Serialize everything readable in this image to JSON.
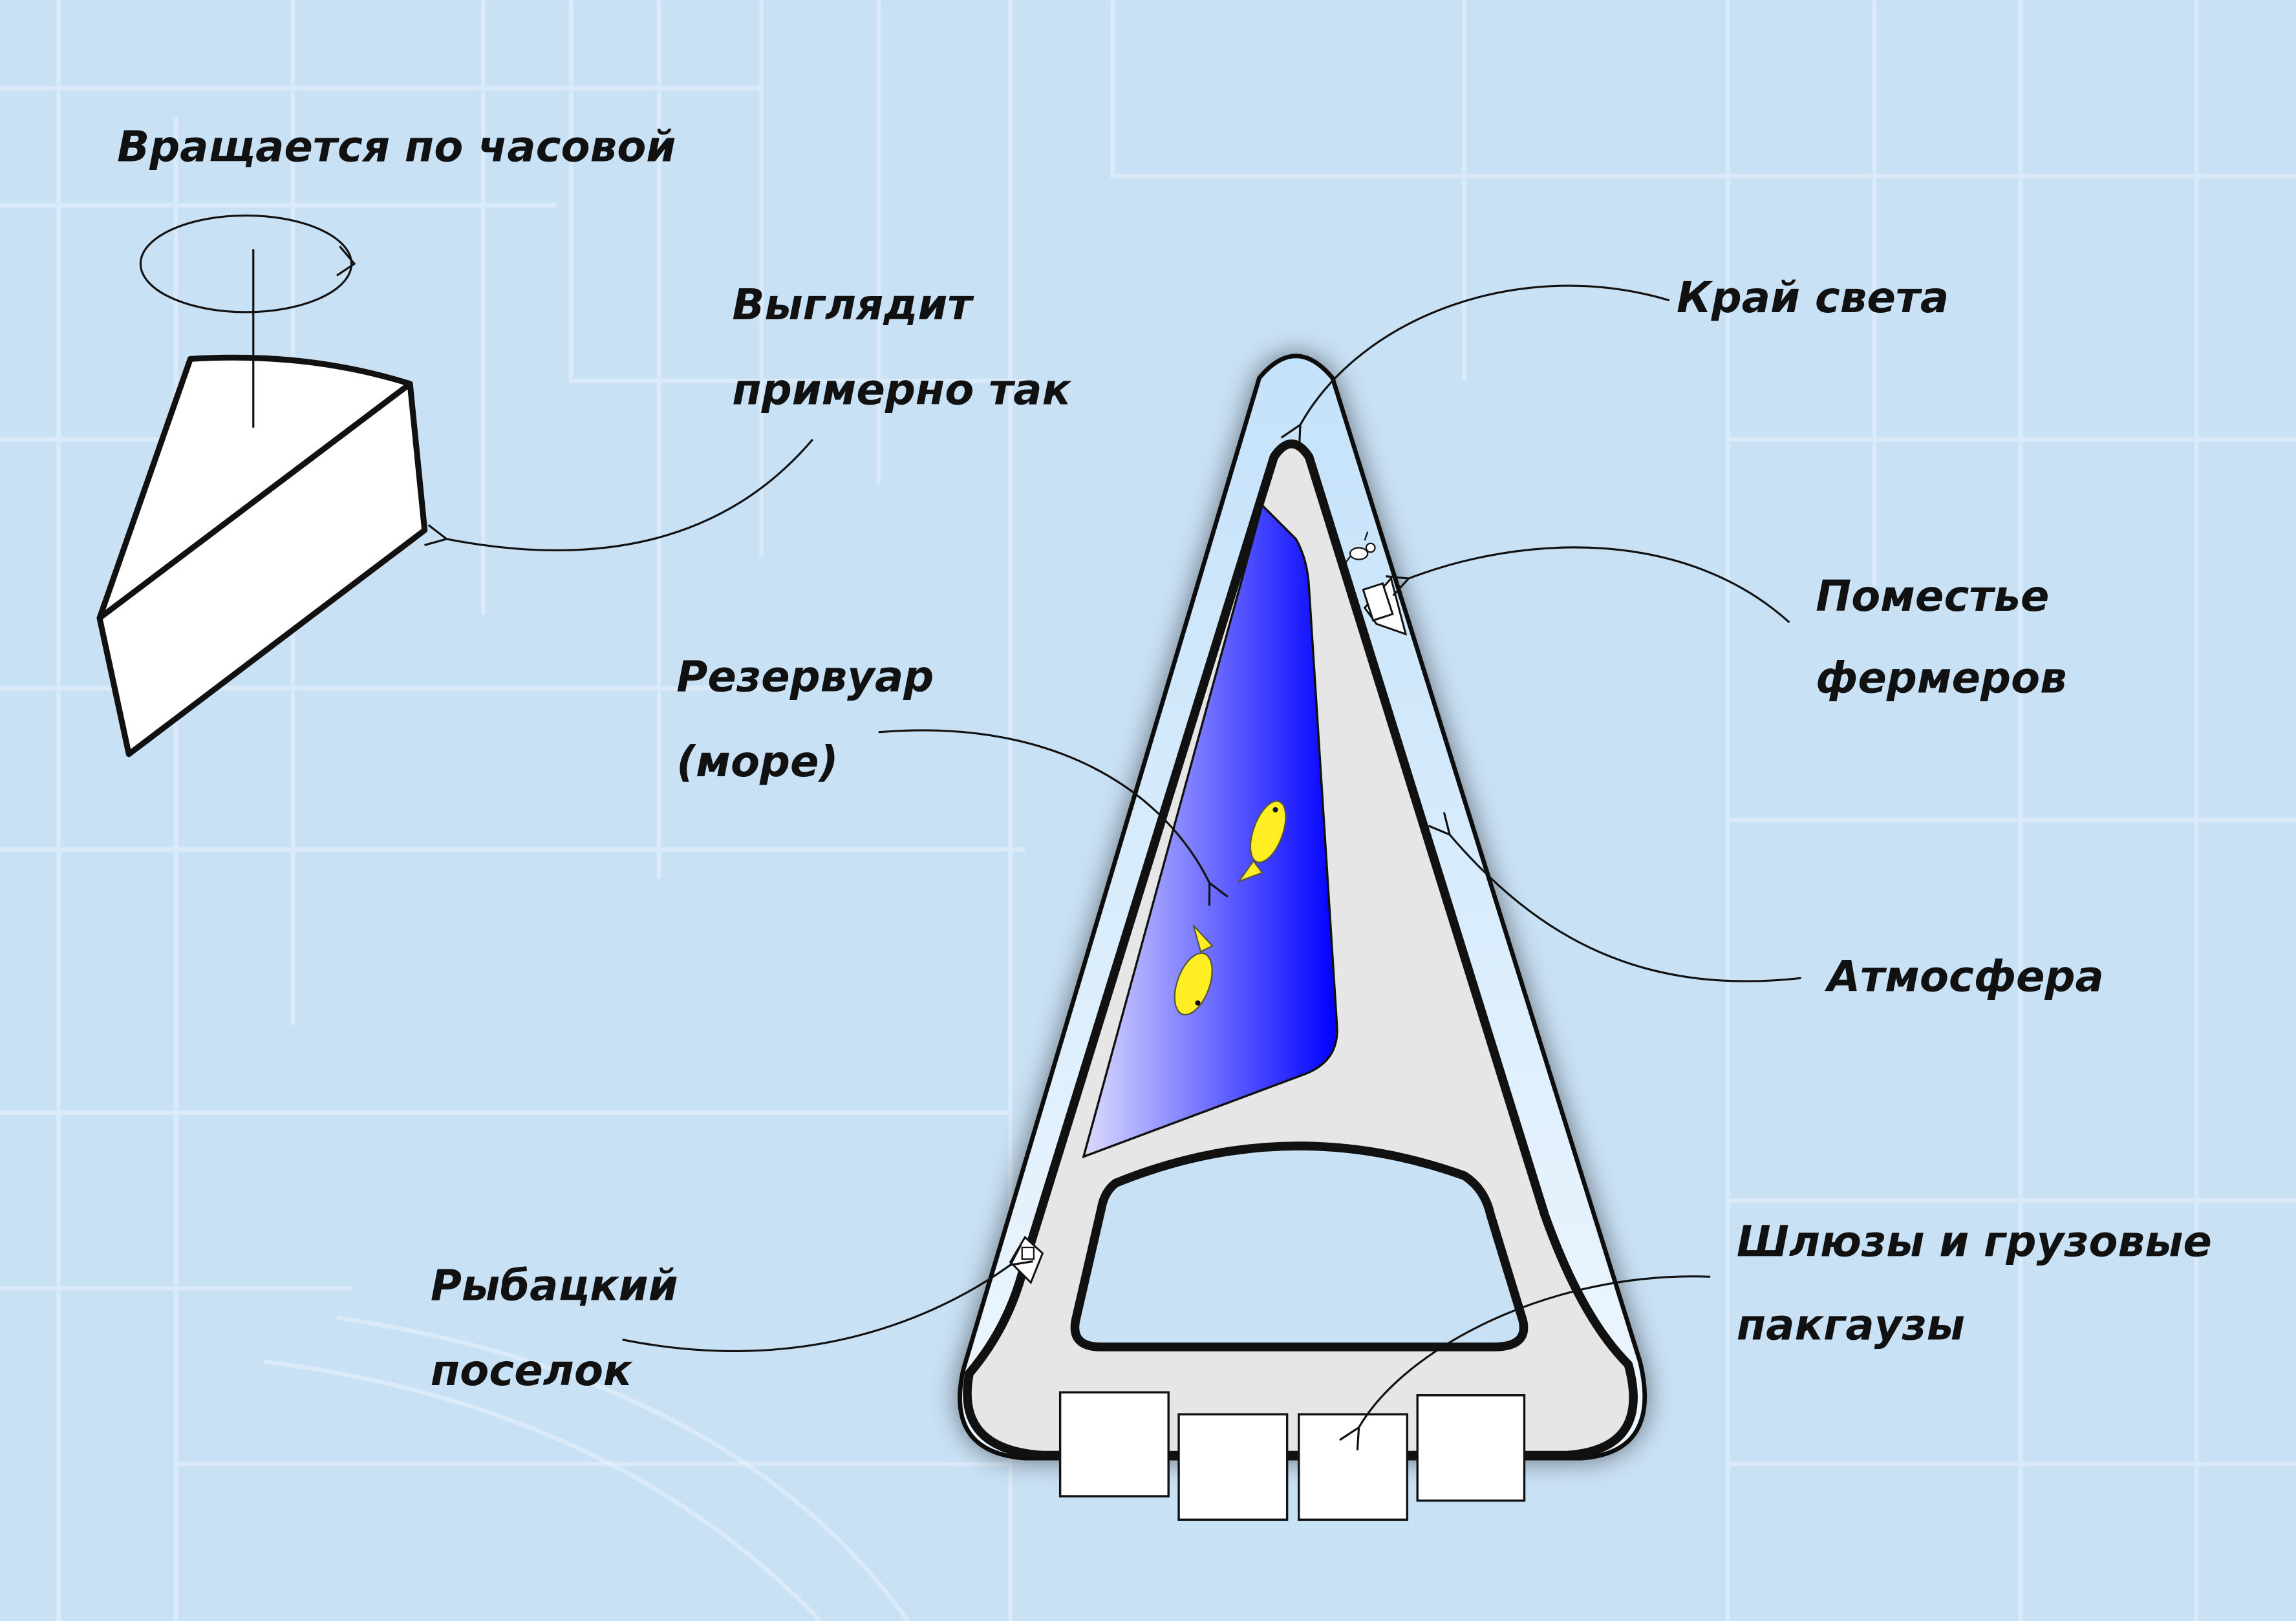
{
  "labels": {
    "rotation": "Вращается по часовой",
    "looks_like_1": "Выглядит",
    "looks_like_2": "примерно так",
    "edge_of_world": "Край света",
    "farmers_1": "Поместье",
    "farmers_2": "фермеров",
    "reservoir_1": "Резервуар",
    "reservoir_2": "(море)",
    "atmosphere": "Атмосфера",
    "locks_1": "Шлюзы и грузовые",
    "locks_2": "пакгаузы",
    "fishing_1": "Рыбацкий",
    "fishing_2": "поселок"
  },
  "colors": {
    "background": "#c9e1f5",
    "hull": "#e6e6e6",
    "atmosphere": "#d6ecfb",
    "sea_light": "#d0d0ff",
    "sea_dark": "#0000ff",
    "fish": "#ffee22"
  }
}
